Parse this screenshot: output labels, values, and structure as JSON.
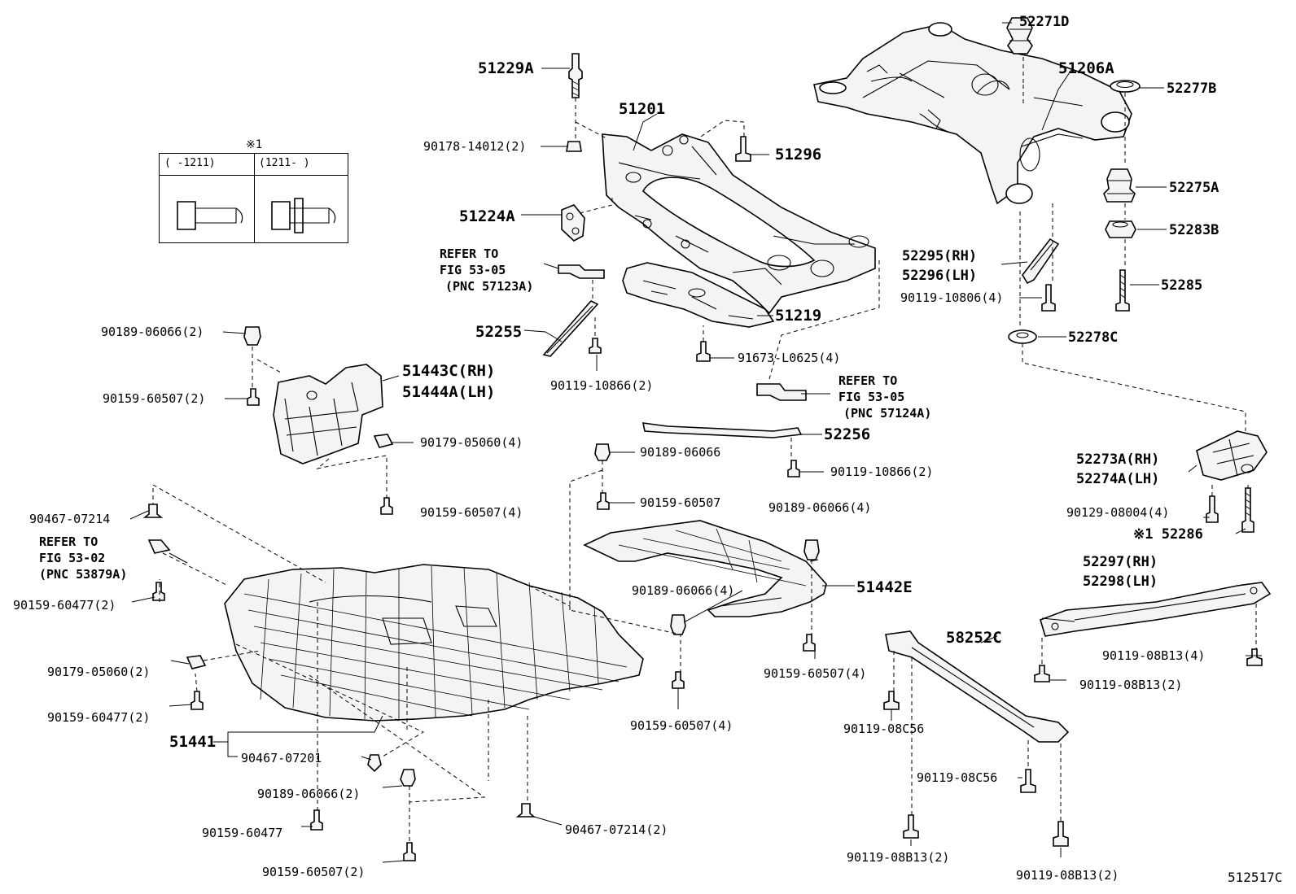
{
  "diagram": {
    "id_code": "512517C",
    "note_box": {
      "mark": "※1",
      "col1": "(   -1211)",
      "col2": "(1211-    )"
    },
    "labels": {
      "p52271D": "52271D",
      "p51229A": "51229A",
      "p51201": "51201",
      "p51206A": "51206A",
      "p52277B": "52277B",
      "p90178": "90178-14012(2)",
      "p51296": "51296",
      "p52275A": "52275A",
      "p51224A": "51224A",
      "p52283B": "52283B",
      "ref1_a": "REFER TO",
      "ref1_b": "FIG 53-05",
      "ref1_c": "(PNC 57123A)",
      "p52295": "52295(RH)",
      "p52296": "52296(LH)",
      "p52285": "52285",
      "p90119_10806": "90119-10806(4)",
      "p51219": "51219",
      "p52255": "52255",
      "p52278C": "52278C",
      "p90189_06066_2a": "90189-06066(2)",
      "p91673": "91673-L0625(4)",
      "p51443C": "51443C(RH)",
      "p51444A": "51444A(LH)",
      "p90119_10866a": "90119-10866(2)",
      "ref2_a": "REFER TO",
      "ref2_b": "FIG 53-05",
      "ref2_c": "(PNC 57124A)",
      "p90159_60507_2a": "90159-60507(2)",
      "p52256": "52256",
      "p90179_05060_4": "90179-05060(4)",
      "p90189_06066": "90189-06066",
      "p90119_10866b": "90119-10866(2)",
      "p52273A": "52273A(RH)",
      "p52274A": "52274A(LH)",
      "p90159_60507": "90159-60507",
      "p90189_06066_4a": "90189-06066(4)",
      "p90159_60507_4a": "90159-60507(4)",
      "p90129": "90129-08004(4)",
      "p90467_07214": "90467-07214",
      "p52286": "※1 52286",
      "ref3_a": "REFER TO",
      "ref3_b": "FIG 53-02",
      "ref3_c": "(PNC 53879A)",
      "p52297": "52297(RH)",
      "p52298": "52298(LH)",
      "p51442E": "51442E",
      "p90189_06066_4b": "90189-06066(4)",
      "p90159_60477_2a": "90159-60477(2)",
      "p58252C": "58252C",
      "p90119_08B13_4": "90119-08B13(4)",
      "p90179_05060_2": "90179-05060(2)",
      "p90159_60507_4b": "90159-60507(4)",
      "p90119_08B13_2a": "90119-08B13(2)",
      "p90159_60477_2b": "90159-60477(2)",
      "p90159_60507_4c": "90159-60507(4)",
      "p90119_08C56a": "90119-08C56",
      "p51441": "51441",
      "p90467_07201": "90467-07201",
      "p90119_08C56b": "90119-08C56",
      "p90189_06066_2b": "90189-06066(2)",
      "p90159_60477": "90159-60477",
      "p90467_07214_2": "90467-07214(2)",
      "p90119_08B13_2b": "90119-08B13(2)",
      "p90159_60507_2b": "90159-60507(2)",
      "p90119_08B13_2c": "90119-08B13(2)"
    }
  }
}
